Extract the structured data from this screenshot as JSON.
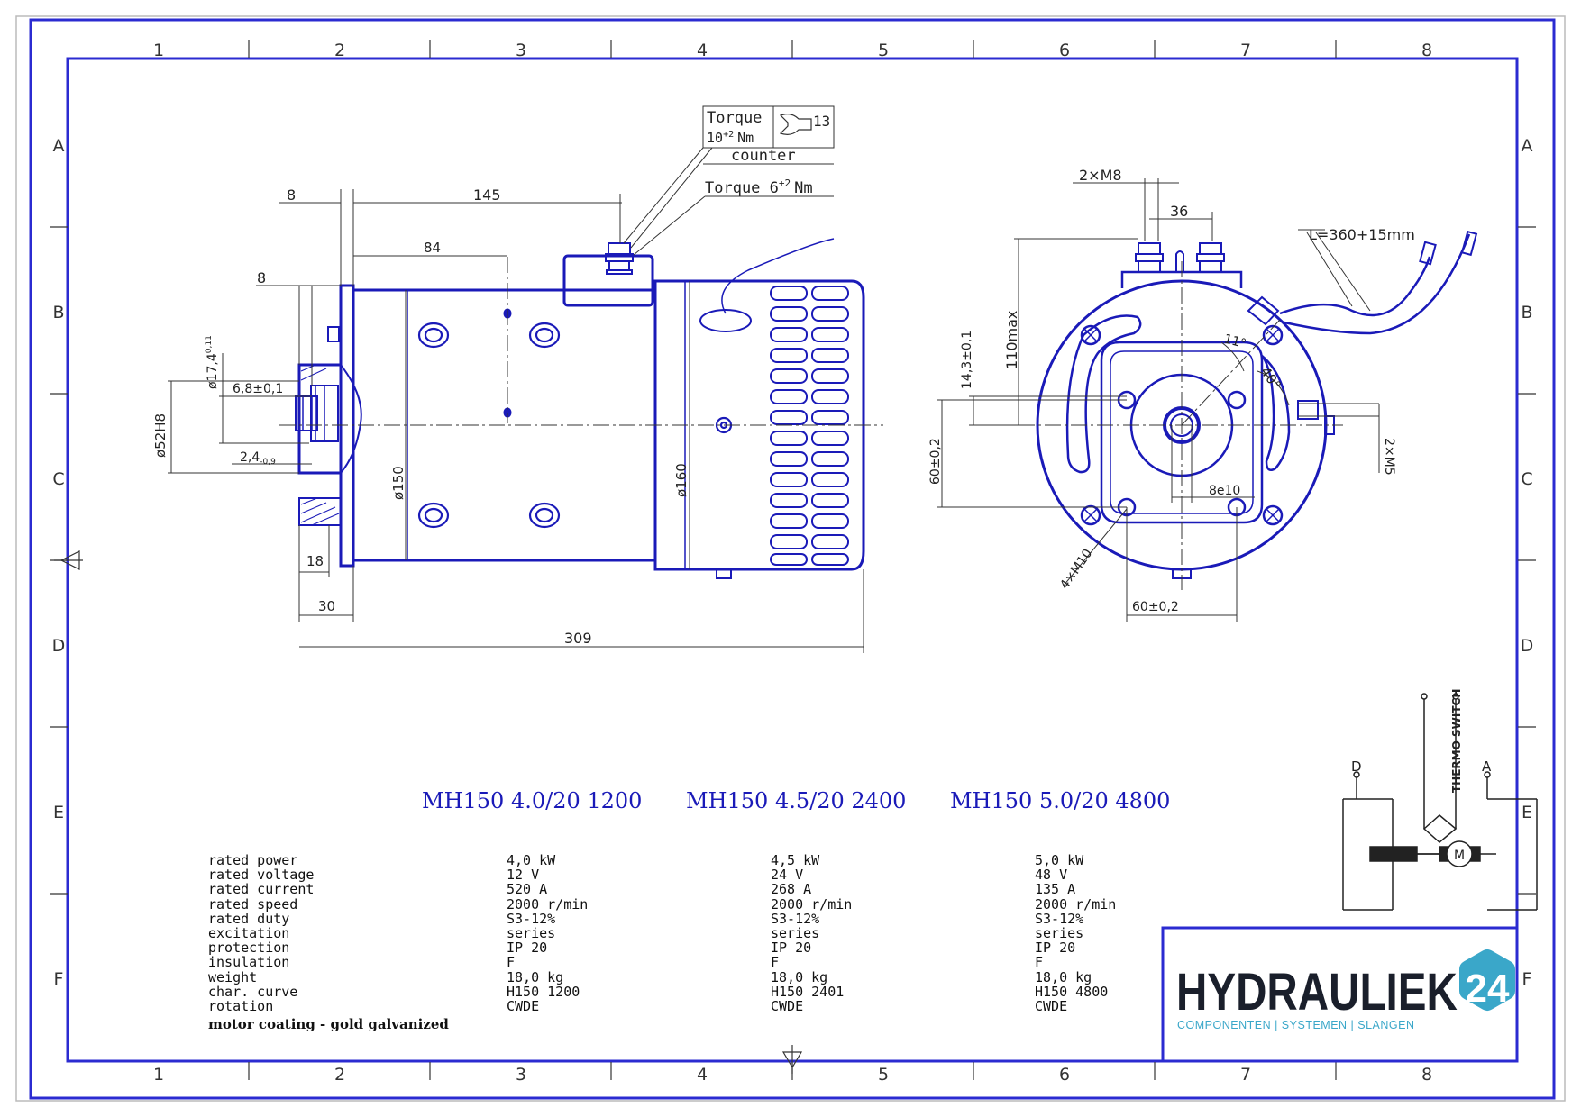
{
  "grid": {
    "columns": [
      "1",
      "2",
      "3",
      "4",
      "5",
      "6",
      "7",
      "8"
    ],
    "rows": [
      "A",
      "B",
      "C",
      "D",
      "E",
      "F"
    ]
  },
  "side_view": {
    "dims": {
      "d8_top": "8",
      "d145": "145",
      "d84": "84",
      "d8_mid": "8",
      "phi17": "ø17,4",
      "phi17_tol": "0,11",
      "d68": "6,8±0,1",
      "phi52": "ø52H8",
      "d24": "2,4",
      "d24_tol": "-0,9",
      "phi150": "ø150",
      "phi160": "ø160",
      "d18": "18",
      "d30": "30",
      "d309": "309"
    },
    "torque_box": {
      "torque1": "Torque",
      "torque1_value": "10",
      "torque1_tol": "+2",
      "torque1_unit": "Nm",
      "wrench": "13",
      "counter": "counter",
      "torque2": "Torque 6",
      "torque2_tol": "+2",
      "torque2_unit": "Nm"
    }
  },
  "end_view": {
    "dims": {
      "m8": "2×M8",
      "d36": "36",
      "cable": "L=360+15mm",
      "d110": "110max",
      "d143": "14,3±0,1",
      "d60v": "60±0,2",
      "angle11": "11°",
      "angle40": "40°",
      "m5": "2×M5",
      "key": "8e10",
      "m10": "4×M10",
      "d60h": "60±0,2"
    }
  },
  "variants": [
    "MH150  4.0/20  1200",
    "MH150  4.5/20  2400",
    "MH150  5.0/20  4800"
  ],
  "spec_labels": [
    "rated power",
    "rated voltage",
    "rated current",
    "rated speed",
    "rated duty",
    "excitation",
    "protection",
    "insulation",
    "weight",
    "char. curve",
    "rotation"
  ],
  "spec_values": [
    [
      "4,0 kW",
      "12 V",
      "520 A",
      "2000 r/min",
      "S3-12%",
      "series",
      "IP 20",
      "F",
      "18,0 kg",
      "H150 1200",
      "CWDE"
    ],
    [
      "4,5 kW",
      "24 V",
      "268 A",
      "2000 r/min",
      "S3-12%",
      "series",
      "IP 20",
      "F",
      "18,0 kg",
      "H150 2401",
      "CWDE"
    ],
    [
      "5,0 kW",
      "48 V",
      "135 A",
      "2000 r/min",
      "S3-12%",
      "series",
      "IP 20",
      "F",
      "18,0 kg",
      "H150 4800",
      "CWDE"
    ]
  ],
  "note": "motor coating - gold galvanized",
  "schematic": {
    "d": "D",
    "a": "A",
    "m": "M",
    "thermo": "THERMO SWITCH"
  },
  "logo": {
    "brand": "HYDRAULIEK",
    "number": "24",
    "tagline": "COMPONENTEN  |  SYSTEMEN  |  SLANGEN",
    "badge_color": "#3aa7c9"
  },
  "colors": {
    "line": "#1a1ab8",
    "frame": "#2b2bd1"
  }
}
